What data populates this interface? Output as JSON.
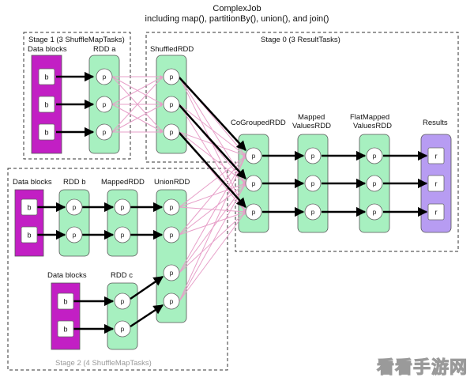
{
  "title_line1": "ComplexJob",
  "title_line2": "including map(), partitionBy(), union(), and join()",
  "stages": {
    "stage1": "Stage 1 (3 ShuffleMapTasks)",
    "stage0": "Stage 0 (3 ResultTasks)",
    "stage2": "Stage 2 (4 ShuffleMapTasks)"
  },
  "labels": {
    "data_blocks_1": "Data blocks",
    "rdd_a": "RDD a",
    "shuffled": "ShuffledRDD",
    "cogrouped": "CoGroupedRDD",
    "mapped_values_1": "Mapped",
    "mapped_values_2": "ValuesRDD",
    "flatmapped_1": "FlatMapped",
    "flatmapped_2": "ValuesRDD",
    "results": "Results",
    "data_blocks_2": "Data blocks",
    "rdd_b": "RDD b",
    "mapped_rdd": "MappedRDD",
    "union_rdd": "UnionRDD",
    "data_blocks_3": "Data blocks",
    "rdd_c": "RDD c"
  },
  "node_letters": {
    "block": "b",
    "partition": "p",
    "result": "r"
  },
  "colors": {
    "block_fill": "#c21fc4",
    "rdd_fill": "#a7f0c0",
    "result_fill": "#b79cf2",
    "shuffle_edge": "#e7a0c9",
    "edge": "#000000",
    "stage_border": "#333333",
    "stage2_text": "#9a9a9a"
  },
  "watermark": "看看手游网"
}
